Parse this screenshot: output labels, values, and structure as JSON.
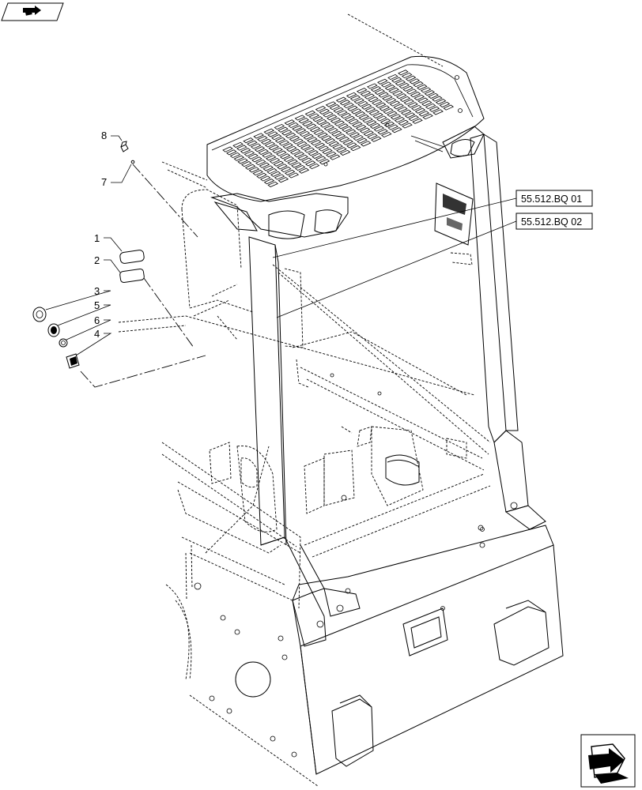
{
  "callouts": {
    "c1": "1",
    "c2": "2",
    "c3": "3",
    "c4": "4",
    "c5": "5",
    "c6": "6",
    "c7": "7",
    "c8": "8"
  },
  "references": {
    "ref1": "55.512.BQ 01",
    "ref2": "55.512.BQ 02"
  },
  "icons": {
    "top_left": "page-nav-icon",
    "bottom_right": "next-page-arrow-icon"
  },
  "colors": {
    "line": "#000000",
    "background": "#ffffff"
  }
}
